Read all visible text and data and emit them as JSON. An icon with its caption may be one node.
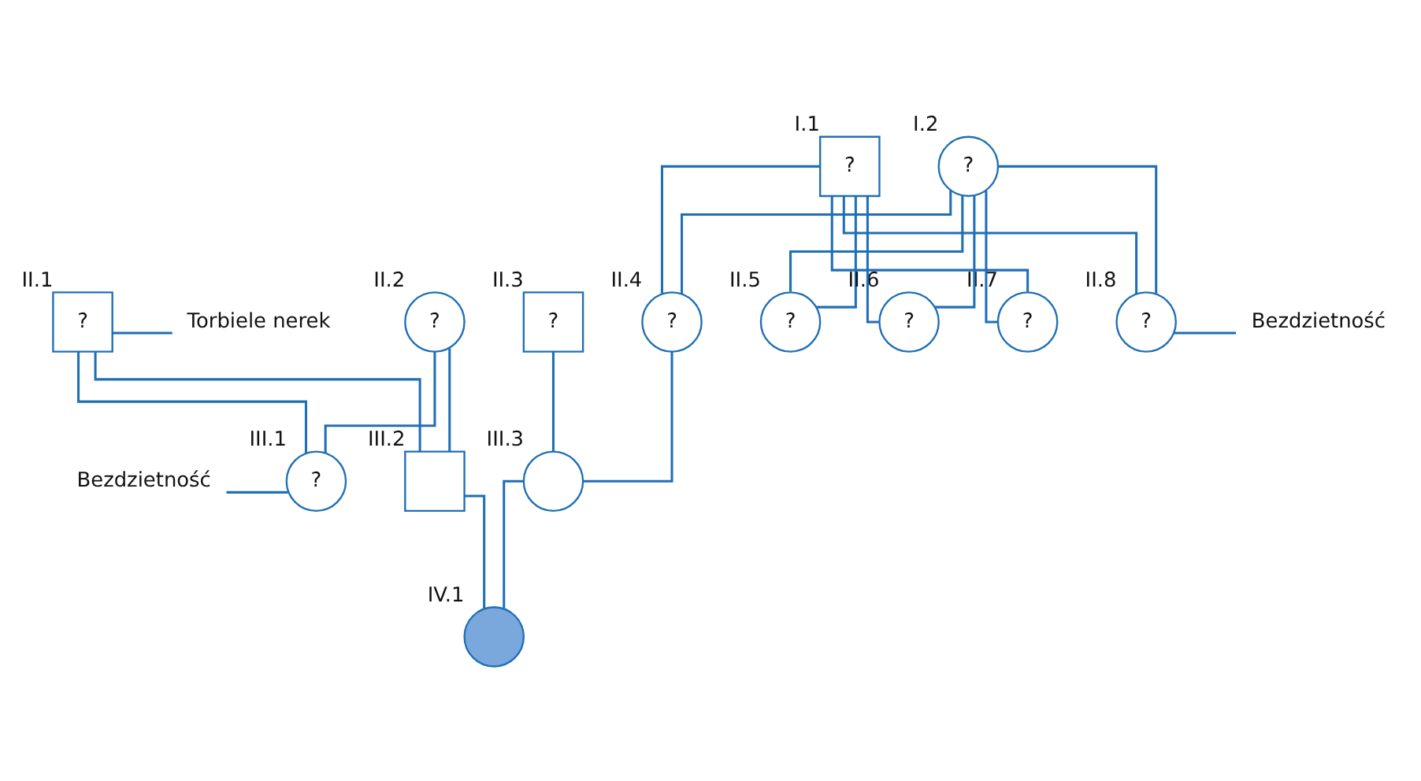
{
  "diagram": {
    "nodes": [
      {
        "text": [
          "?"
        ],
        "beside": [
          "I.1"
        ]
      },
      {
        "text": [
          "?"
        ],
        "beside": [
          "I.2"
        ]
      },
      {
        "text": [
          "?"
        ],
        "beside": [
          "II.1"
        ]
      },
      {
        "text": [
          "?"
        ],
        "beside": [
          "II.2"
        ]
      },
      {
        "text": [
          "?"
        ],
        "beside": [
          "II.3"
        ]
      },
      {
        "text": [
          "?"
        ],
        "beside": [
          "II.4"
        ]
      },
      {
        "text": [
          "?"
        ],
        "beside": [
          "II.5"
        ]
      },
      {
        "text": [
          "?"
        ],
        "beside": [
          "II.6"
        ]
      },
      {
        "text": [
          "?"
        ],
        "beside": [
          "II.7"
        ]
      },
      {
        "text": [
          "?"
        ],
        "beside": [
          "II.8"
        ]
      },
      {
        "text": [
          "Torbiele nerek"
        ]
      },
      {
        "text": [
          "Bezdzietność"
        ]
      },
      {
        "text": [
          "?"
        ],
        "beside": [
          "III.1"
        ]
      },
      {
        "text": [],
        "shape": "box",
        "beside": [
          "III.2"
        ]
      },
      {
        "text": [],
        "shape": "circle",
        "beside": [
          "III.3"
        ]
      },
      {
        "text": [
          "Bezdzietność"
        ]
      },
      {
        "text": [],
        "shape": "circle",
        "beside": [
          "IV.1"
        ]
      }
    ],
    "edges": [
      {
        "from": 0,
        "to": 5,
        "arrow": "none"
      },
      {
        "from": 1,
        "to": 5,
        "arrow": "none"
      },
      {
        "from": 0,
        "to": 6,
        "arrow": "none"
      },
      {
        "from": 1,
        "to": 6,
        "arrow": "none"
      },
      {
        "from": 0,
        "to": 7,
        "arrow": "none"
      },
      {
        "from": 1,
        "to": 7,
        "arrow": "none"
      },
      {
        "from": 0,
        "to": 8,
        "arrow": "none"
      },
      {
        "from": 1,
        "to": 8,
        "arrow": "none"
      },
      {
        "from": 0,
        "to": 9,
        "arrow": "none"
      },
      {
        "from": 1,
        "to": 9,
        "arrow": "none"
      },
      {
        "from": 10,
        "to": 2,
        "arrow": "none"
      },
      {
        "from": 11,
        "to": 9,
        "arrow": "none"
      },
      {
        "from": 2,
        "to": 12,
        "arrow": "none"
      },
      {
        "from": 3,
        "to": 12,
        "arrow": "none"
      },
      {
        "from": 2,
        "to": 13,
        "arrow": "none"
      },
      {
        "from": 3,
        "to": 13,
        "arrow": "none"
      },
      {
        "from": 4,
        "to": 14,
        "arrow": "none"
      },
      {
        "from": 5,
        "to": 14,
        "arrow": "none"
      },
      {
        "from": 15,
        "to": 12,
        "arrow": "none"
      },
      {
        "from": 13,
        "to": 16,
        "arrow": "none"
      },
      {
        "from": 14,
        "to": 16,
        "arrow": "none"
      }
    ]
  }
}
